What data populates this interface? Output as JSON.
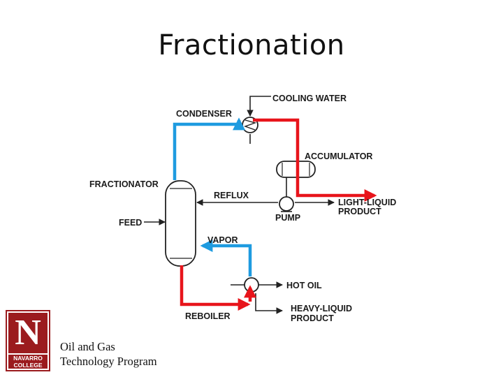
{
  "slide": {
    "title": "Fractionation"
  },
  "diagram": {
    "labels": {
      "cooling_water": "COOLING WATER",
      "condenser": "CONDENSER",
      "accumulator": "ACCUMULATOR",
      "fractionator": "FRACTIONATOR",
      "reflux": "REFLUX",
      "light_liquid_1": "LIGHT-LIQUID",
      "light_liquid_2": "PRODUCT",
      "pump": "PUMP",
      "feed": "FEED",
      "vapor": "VAPOR",
      "hot_oil": "HOT OIL",
      "heavy_liquid_1": "HEAVY-LIQUID",
      "heavy_liquid_2": "PRODUCT",
      "reboiler": "REBOILER"
    },
    "colors": {
      "vapor_flow": "#1e9be0",
      "hot_flow": "#e8141b",
      "process_line": "#222222"
    }
  },
  "footer": {
    "logo_letter": "N",
    "logo_line1": "NAVARRO",
    "logo_line2": "COLLEGE",
    "program_line1": "Oil and Gas",
    "program_line2": "Technology Program"
  }
}
